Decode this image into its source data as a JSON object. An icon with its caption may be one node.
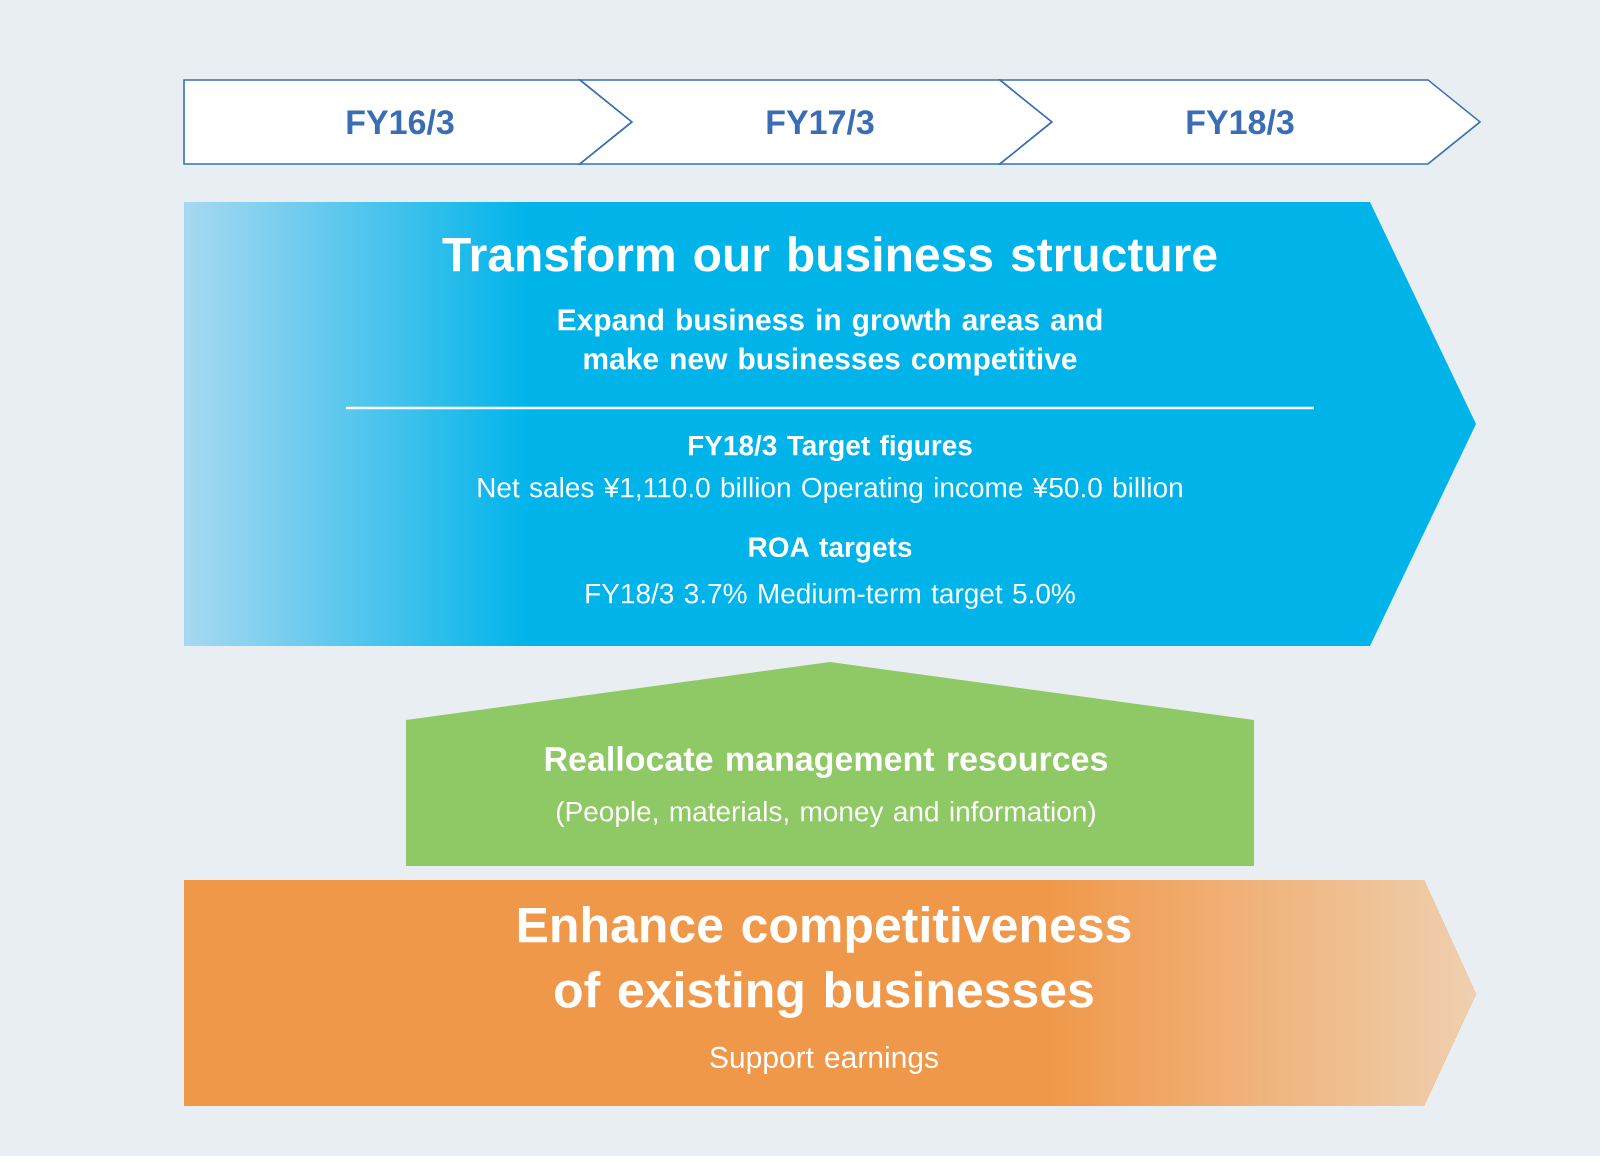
{
  "diagram": {
    "nodes": [
      {
        "text": [
          "FY16/3"
        ]
      },
      {
        "text": [
          "FY17/3"
        ]
      },
      {
        "text": [
          "FY18/3"
        ]
      },
      {
        "text": [
          "Transform our business structure",
          "Expand business in growth areas and make new businesses competitive",
          "FY18/3 Target figures",
          "Net sales ¥1,110.0 billion  Operating income ¥50.0 billion",
          "ROA targets",
          "FY18/3  3.7%  Medium-term target 5.0%"
        ]
      },
      {
        "text": [
          "Reallocate management resources",
          "(People, materials, money and information)"
        ]
      },
      {
        "text": [
          "Enhance competitiveness of existing businesses",
          "Support earnings"
        ]
      }
    ]
  }
}
